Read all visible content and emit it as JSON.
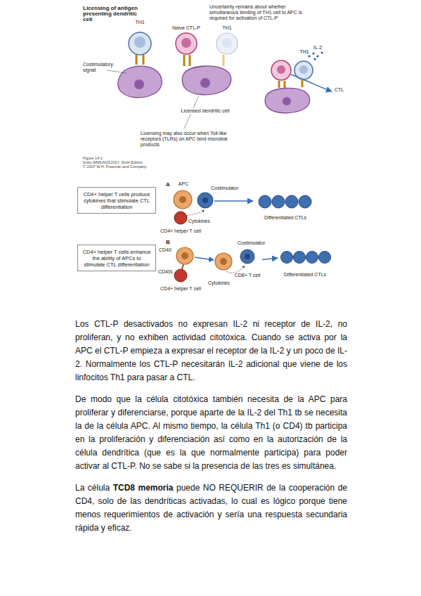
{
  "diagram": {
    "nodes": [
      {
        "text": [
          "TH1"
        ]
      },
      {
        "text": [
          "Naive CTL-P"
        ]
      },
      {
        "text": [
          "TH1"
        ]
      },
      {
        "text": [
          "Licensed dendritic cell"
        ]
      },
      {
        "text": [
          "TH1"
        ]
      },
      {
        "text": [
          "CD4+ helper T cells produce cytokines that stimulate CTL differentiation"
        ]
      },
      {
        "text": [
          "APC"
        ]
      },
      {
        "text": [
          "CD4+ helper T cell"
        ]
      },
      {
        "text": [
          "Differentiated CTLs"
        ]
      },
      {
        "text": [
          "CD4+ helper T cells enhance the ability of APCs to stimulate CTL differentiation"
        ]
      },
      {
        "text": [
          "CD4+ helper T cell"
        ]
      },
      {
        "text": [
          "CD8+ T cell"
        ]
      },
      {
        "text": [
          "Differentiated CTLs"
        ]
      }
    ],
    "edges": [
      {
        "from": 11,
        "to": 12,
        "arrow": "to"
      }
    ],
    "labels": [
      "Licensing of antigen presenting dendritic cell",
      "Costimulatory signal",
      "Uncertainty remains about whether simultaneous binding of TH1 cell to APC is required for activation of CTL-P",
      "IL-2",
      "CTL",
      "Licensing may also occur when Toll-like receptors (TLRs) on APC bind microbial products",
      "Figure 14-1",
      "Kuby IMMUNOLOGY, Sixth Edition",
      "© 2007 W.H. Freeman and Company",
      "A",
      "Costimulator",
      "Cytokines",
      "B",
      "CD40",
      "CD40L",
      "Costimulator",
      "Cytokines",
      "Los CTL-P desactivados no expresan IL-2 ni receptor de IL-2, no proliferan, y no exhiben actividad citotóxica. Cuando se activa por la APC el CTL-P empieza a expresar el receptor de la IL-2 y un poco de IL-2. Normalmente los CTL-P necesitarán IL-2 adicional que viene de los linfocitos Th1 para pasar a CTL.",
      "De modo que la célula citotóxica también necesita de la APC para proliferar y diferenciarse, porque aparte de la IL-2 del Th1 tb se necesita la de la célula APC. Al mismo tiempo, la célula Th1 (o CD4) tb participa en la proliferación y diferenciación así como en la autorización de la célula dendrítica (que es la que normalmente participa) para poder activar al CTL-P. No se sabe si la presencia de las tres es simultánea.",
      "La célula ",
      "TCD8 memoria",
      " puede NO REQUERIR de la cooperación de CD4, solo de las dendríticas activadas, lo cual es lógico porque tiene menos requerimientos de activación y sería una respuesta secundaria rápida y eficaz."
    ]
  }
}
